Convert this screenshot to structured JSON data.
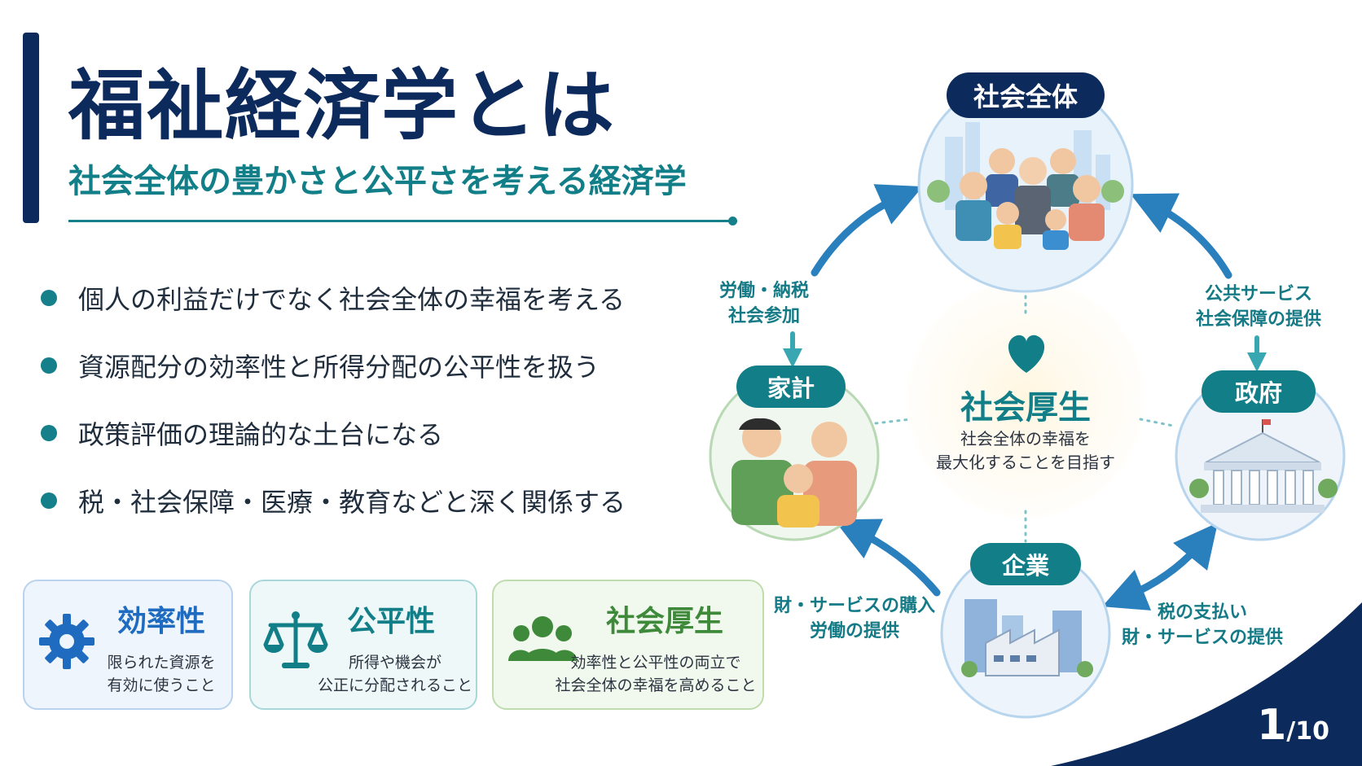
{
  "slide": {
    "title": "福祉経済学とは",
    "subtitle": "社会全体の豊かさと公平さを考える経済学",
    "bullets": [
      "個人の利益だけでなく社会全体の幸福を考える",
      "資源配分の効率性と所得分配の公平性を扱う",
      "政策評価の理論的な土台になる",
      "税・社会保障・医療・教育などと深く関係する"
    ],
    "cards": [
      {
        "title": "効率性",
        "desc_line1": "限られた資源を",
        "desc_line2": "有効に使うこと",
        "icon": "gear-icon",
        "color": "#1f6bbf"
      },
      {
        "title": "公平性",
        "desc_line1": "所得や機会が",
        "desc_line2": "公正に分配されること",
        "icon": "scales-icon",
        "color": "#127f88"
      },
      {
        "title": "社会厚生",
        "desc_line1": "効率性と公平性の両立で",
        "desc_line2": "社会全体の幸福を高めること",
        "icon": "people-group-icon",
        "color": "#3e8a3a"
      }
    ],
    "diagram": {
      "top": {
        "label": "社会全体"
      },
      "left": {
        "label": "家計"
      },
      "right": {
        "label": "政府"
      },
      "bottom": {
        "label": "企業"
      },
      "center": {
        "title": "社会厚生",
        "desc_line1": "社会全体の幸福を",
        "desc_line2": "最大化することを目指す"
      },
      "flows": {
        "left_to_top": {
          "line1": "労働・納税",
          "line2": "社会参加"
        },
        "top_to_right": {
          "line1": "公共サービス",
          "line2": "社会保障の提供"
        },
        "bottom_to_left": {
          "line1": "財・サービスの購入",
          "line2": "労働の提供"
        },
        "bottom_right": {
          "line1": "税の支払い",
          "line2": "財・サービスの提供"
        }
      }
    },
    "page": {
      "current": "1",
      "total": "/10"
    },
    "colors": {
      "navy": "#0d2a5c",
      "teal": "#127f88",
      "blue": "#1f6bbf",
      "green": "#3e8a3a",
      "arrow": "#2a7fbd"
    }
  }
}
